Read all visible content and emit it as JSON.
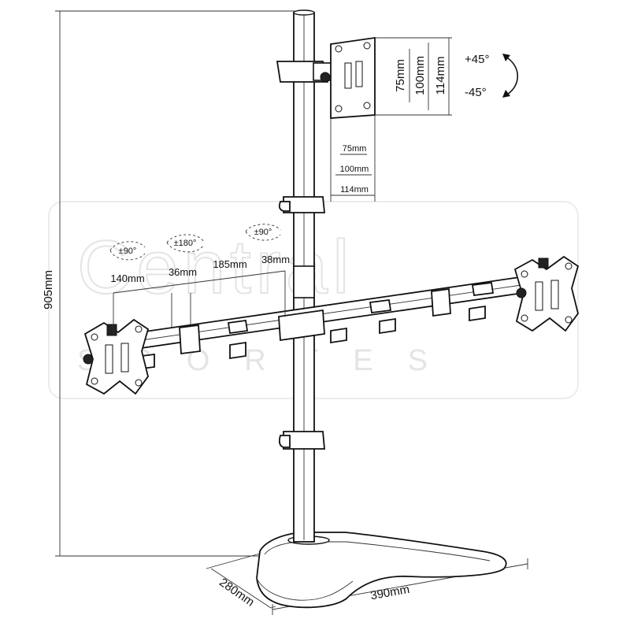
{
  "watermark": {
    "brand": "Central",
    "sub": "SPORTES"
  },
  "dimensions": {
    "total_height": "905mm",
    "base_depth": "280mm",
    "base_width": "390mm",
    "vesa_small_h": "75mm",
    "vesa_mid_h": "100mm",
    "vesa_large_h": "114mm",
    "vesa_small_w": "75mm",
    "vesa_mid_w": "100mm",
    "vesa_large_w": "114mm",
    "tilt_up": "+45°",
    "tilt_down": "-45°",
    "arm_segment_1": "140mm",
    "arm_segment_2": "36mm",
    "arm_segment_3": "185mm",
    "arm_segment_4": "38mm",
    "rotation_1": "±90°",
    "rotation_2": "±180°",
    "rotation_3": "±90°"
  }
}
